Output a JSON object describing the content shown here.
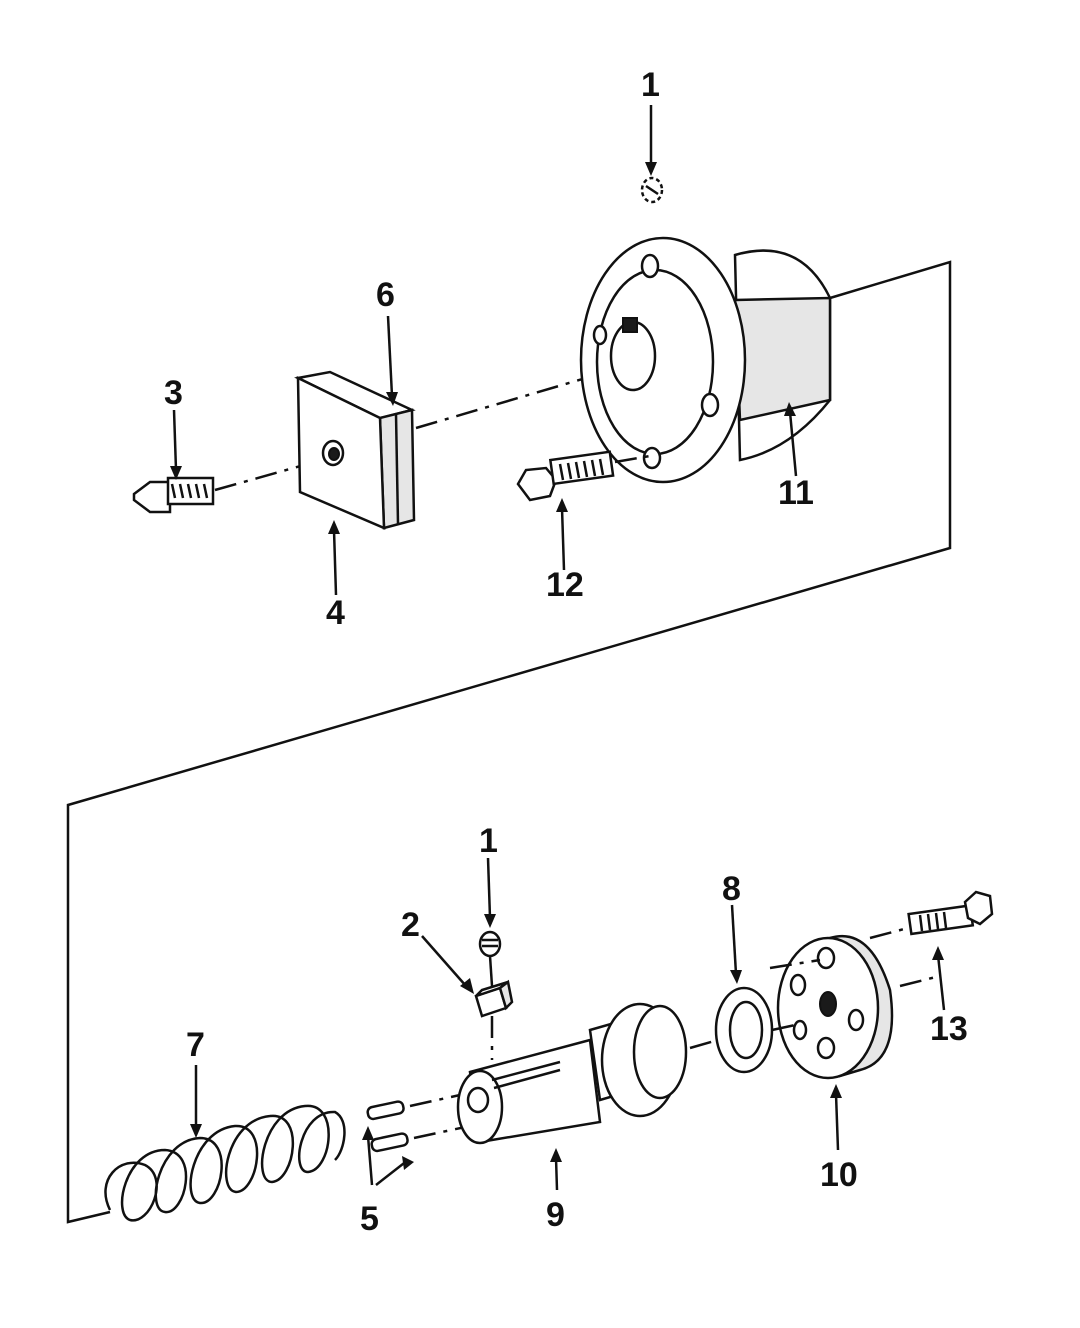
{
  "callouts": [
    {
      "id": "1a",
      "text": "1"
    },
    {
      "id": "3",
      "text": "3"
    },
    {
      "id": "4",
      "text": "4"
    },
    {
      "id": "6",
      "text": "6"
    },
    {
      "id": "11",
      "text": "11"
    },
    {
      "id": "12",
      "text": "12"
    },
    {
      "id": "1b",
      "text": "1"
    },
    {
      "id": "2",
      "text": "2"
    },
    {
      "id": "5",
      "text": "5"
    },
    {
      "id": "7",
      "text": "7"
    },
    {
      "id": "8",
      "text": "8"
    },
    {
      "id": "9",
      "text": "9"
    },
    {
      "id": "10",
      "text": "10"
    },
    {
      "id": "13",
      "text": "13"
    }
  ]
}
